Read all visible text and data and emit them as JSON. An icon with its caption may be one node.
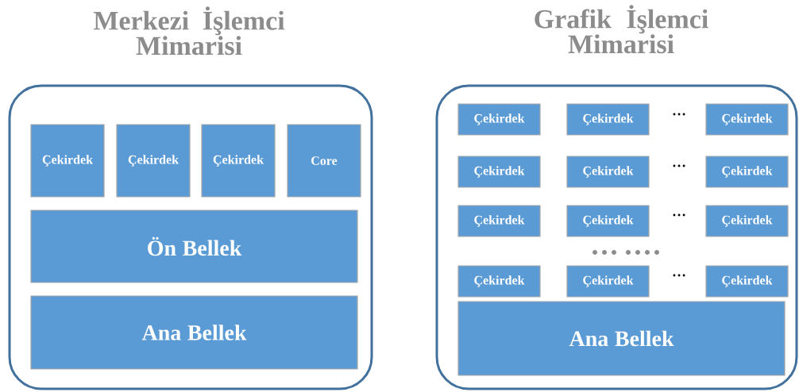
{
  "diagram": {
    "nodes": [
      {
        "text": [
          "Merkezi İşlemci Mimarisi"
        ]
      },
      {
        "text": [
          "Çekirdek"
        ],
        "in": 0
      },
      {
        "text": [
          "Çekirdek"
        ],
        "in": 0
      },
      {
        "text": [
          "Çekirdek"
        ],
        "in": 0
      },
      {
        "text": [
          "Core"
        ],
        "in": 0
      },
      {
        "text": [
          "Ön Bellek"
        ],
        "in": 0
      },
      {
        "text": [
          "Ana Bellek"
        ],
        "in": 0
      },
      {
        "text": [
          "Grafik İşlemci Mimarisi"
        ]
      },
      {
        "text": [
          "Çekirdek"
        ],
        "in": 7
      },
      {
        "text": [
          "Çekirdek"
        ],
        "in": 7
      },
      {
        "text": [
          "Çekirdek"
        ],
        "in": 7
      },
      {
        "text": [
          "Çekirdek"
        ],
        "in": 7
      },
      {
        "text": [
          "Çekirdek"
        ],
        "in": 7
      },
      {
        "text": [
          "Çekirdek"
        ],
        "in": 7
      },
      {
        "text": [
          "Çekirdek"
        ],
        "in": 7
      },
      {
        "text": [
          "Çekirdek"
        ],
        "in": 7
      },
      {
        "text": [
          "Çekirdek"
        ],
        "in": 7
      },
      {
        "text": [
          "Çekirdek"
        ],
        "in": 7
      },
      {
        "text": [
          "Çekirdek"
        ],
        "in": 7
      },
      {
        "text": [
          "Çekirdek"
        ],
        "in": 7
      },
      {
        "text": [
          "Ana Bellek"
        ],
        "in": 7
      }
    ],
    "labels": [
      "…",
      "…",
      "…",
      "…"
    ]
  }
}
